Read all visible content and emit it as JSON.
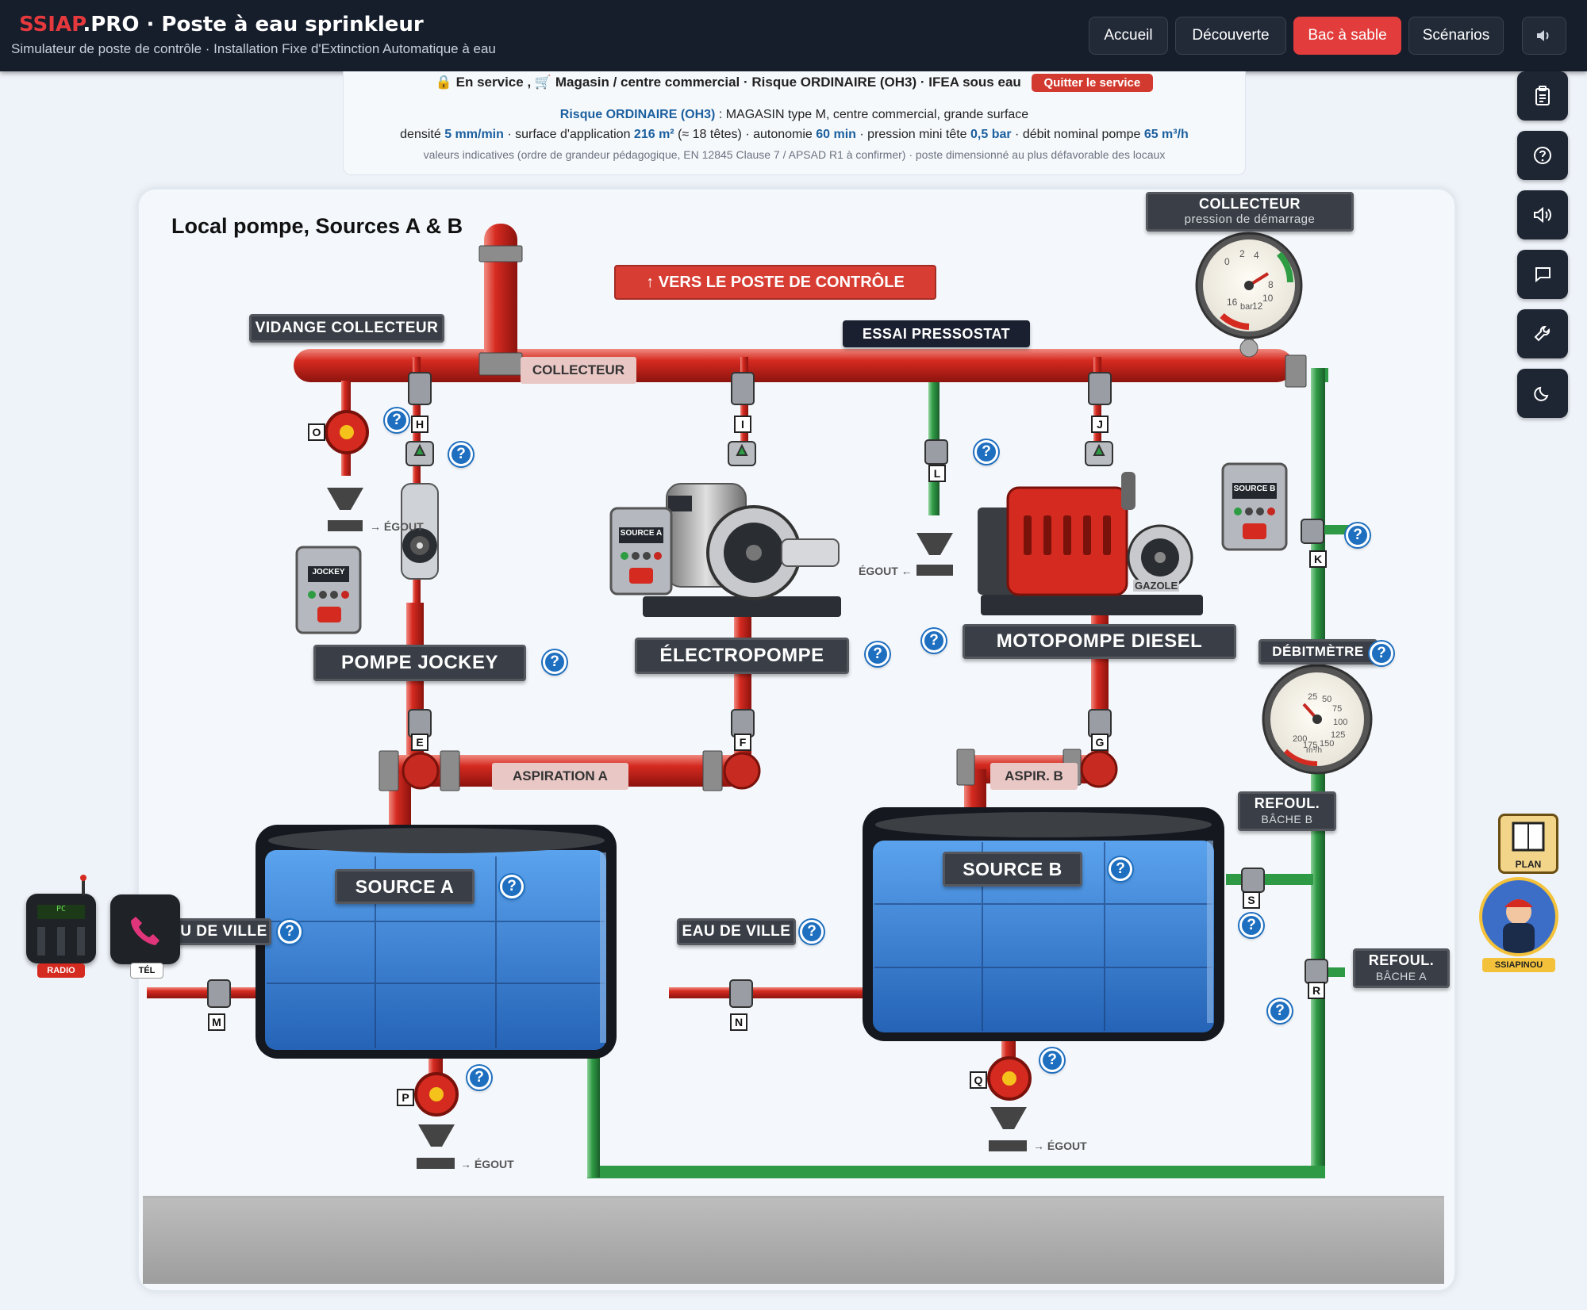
{
  "header": {
    "brand_red": "SSIAP",
    "brand_rest": ".PRO · Poste à eau sprinkleur",
    "subtitle": "Simulateur de poste de contrôle · Installation Fixe d'Extinction Automatique à eau"
  },
  "nav": {
    "home": "Accueil",
    "discovery": "Découverte",
    "sandbox": "Bac à sable",
    "scenarios": "Scénarios"
  },
  "status": {
    "lock_icon": "🔒",
    "in_service": "En service",
    "separator": ",",
    "cart_icon": "🛒",
    "description": "Magasin / centre commercial · Risque ORDINAIRE (OH3) · IFEA sous eau",
    "quit_label": "Quitter le service",
    "risk_name": "Risque ORDINAIRE (OH3)",
    "risk_desc": " : MAGASIN type M, centre commercial, grande surface",
    "l3_a": "densité ",
    "density": "5 mm/min",
    "l3_b": " · surface d'application ",
    "surface": "216 m²",
    "l3_c": " (≈ 18 têtes) · autonomie ",
    "autonomy": "60 min",
    "l3_d": " · pression mini tête ",
    "pressure": "0,5 bar",
    "l3_e": " · débit nominal pompe ",
    "flow": "65 m³/h",
    "note": "valeurs indicatives (ordre de grandeur pédagogique, EN 12845 Clause 7 / APSAD R1 à confirmer) · poste dimensionné au plus défavorable des locaux"
  },
  "scene": {
    "title": "Local pompe, Sources A & B",
    "to_control": "↑ VERS LE POSTE DE CONTRÔLE",
    "collector_gauge_title": "COLLECTEUR",
    "collector_gauge_sub": "pression de démarrage",
    "vidange": "VIDANGE COLLECTEUR",
    "collecteur": "COLLECTEUR",
    "essai": "ESSAI PRESSOSTAT",
    "pompe_jockey": "POMPE JOCKEY",
    "electropompe": "ÉLECTROPOMPE",
    "motopompe": "MOTOPOMPE DIESEL",
    "debitmetre": "DÉBITMÈTRE",
    "aspiration_a": "ASPIRATION A",
    "aspir_b": "ASPIR. B",
    "refoul_b_title": "REFOUL.",
    "refoul_b_sub": "BÂCHE B",
    "refoul_a_title": "REFOUL.",
    "refoul_a_sub": "BÂCHE A",
    "source_a": "SOURCE A",
    "source_b": "SOURCE B",
    "eau_de_ville_a": "U DE VILLE",
    "eau_de_ville_b": "EAU DE VILLE",
    "gazole": "GAZOLE",
    "egout": "ÉGOUT",
    "egout_arrow_right": "→ ÉGOUT",
    "egout_arrow_left": "ÉGOUT ←",
    "ctrl_jockey": "JOCKEY",
    "ctrl_source_a": "SOURCE A",
    "ctrl_source_b": "SOURCE B",
    "valves": {
      "H": "H",
      "I": "I",
      "J": "J",
      "O": "O",
      "L": "L",
      "K": "K",
      "E": "E",
      "F": "F",
      "G": "G",
      "M": "M",
      "N": "N",
      "P": "P",
      "Q": "Q",
      "S": "S",
      "R": "R"
    },
    "help": "?"
  },
  "gauges": {
    "collector": {
      "ticks": [
        "0",
        "2",
        "4",
        "8",
        "10",
        "12",
        "16"
      ],
      "unit": "bar"
    },
    "flow": {
      "ticks": [
        "25",
        "50",
        "75",
        "100",
        "125",
        "150",
        "175",
        "200"
      ],
      "unit": "m³/h"
    }
  },
  "devices": {
    "radio": "RADIO",
    "radio_screen": "PC",
    "tel": "TÉL",
    "plan": "PLAN",
    "mascot": "SSIAPINOU"
  },
  "colors": {
    "accent_red": "#e23d3c",
    "pipe_red": "#d42a22",
    "pipe_green": "#2f9a45",
    "water_blue": "#3f86d8",
    "label_dark": "#3a3f47"
  }
}
